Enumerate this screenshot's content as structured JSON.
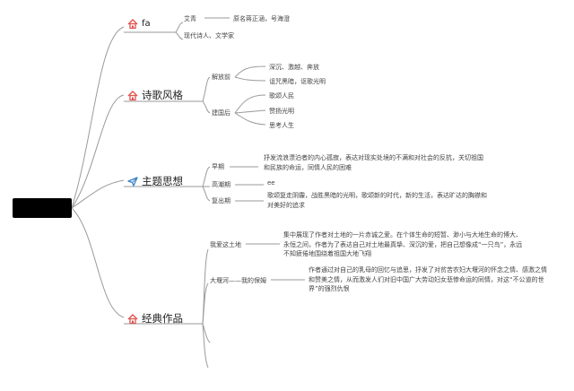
{
  "colors": {
    "line": "#9a9a9a",
    "icon_red": "#e0524d",
    "icon_blue": "#3b82c4",
    "root_fill": "#000000"
  },
  "categories": [
    {
      "id": "fa",
      "icon": "house-icon",
      "label": "fa",
      "branches": [
        {
          "label": "艾青",
          "detail": "原名蒋正涵，号海澄"
        },
        {
          "label": "现代诗人、文学家"
        }
      ]
    },
    {
      "id": "style",
      "icon": "house-icon",
      "label": "诗歌风格",
      "branches": [
        {
          "label": "解放前",
          "items": [
            "深沉、激越、奔放",
            "诅咒黑暗，讴歌光明"
          ]
        },
        {
          "label": "建国后",
          "items": [
            "歌颂人民",
            "赞扬光明",
            "思考人生"
          ]
        }
      ]
    },
    {
      "id": "theme",
      "icon": "send-icon",
      "label": "主题思想",
      "branches": [
        {
          "label": "早期",
          "detail": "抒发流浪漂泊者的内心孤寂，表达对现实处境的不满和对社会的反抗，关切祖国和民族的命运，同情人民的困难"
        },
        {
          "label": "高潮期",
          "detail": "ee"
        },
        {
          "label": "复出期",
          "detail": "歌颂复走阴霾，战胜黑暗的光明，歌颂新的时代，新的生活，表达旷达的胸襟和对美好的追求"
        }
      ]
    },
    {
      "id": "works",
      "icon": "house-icon",
      "label": "经典作品",
      "branches": [
        {
          "label": "我爱这土地",
          "detail": "集中展现了作者对土地的一片赤诚之爱。在个体生命的短暂、渺小与大地生命的博大、永恒之间，作者为了表达自己对土地最真挚、深沉的爱，把自己想像成“一只鸟”，永远不知疲倦地围绕着祖国大地飞翔"
        },
        {
          "label": "大堰河——我的保姆",
          "detail": "作者通过对自己的乳母的回忆与追思，抒发了对贫苦农妇大堰河的怀念之情、感激之情和赞美之情，从而激发人们对旧中国广大劳动妇女悲惨命运的同情，对这“不公道的世界”的强烈仇恨"
        }
      ]
    }
  ]
}
